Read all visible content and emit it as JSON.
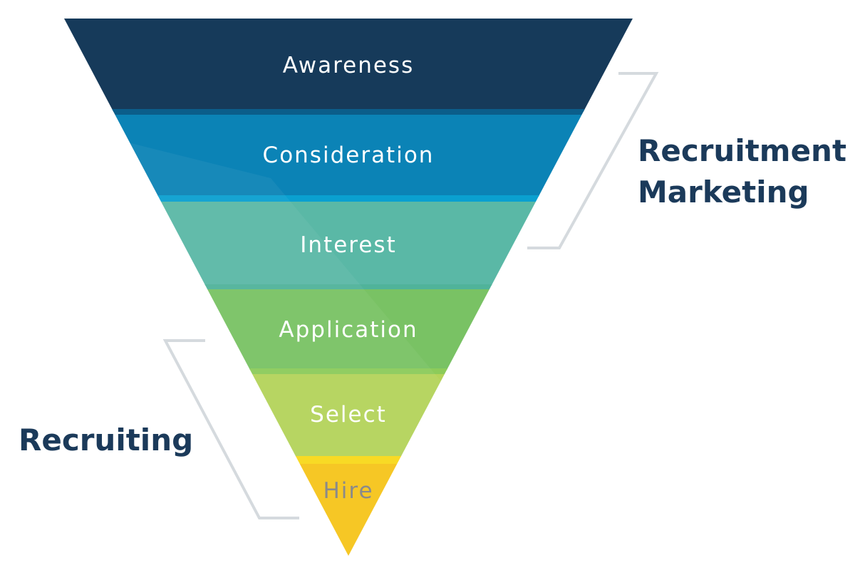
{
  "diagram": {
    "stages": [
      {
        "id": "awareness",
        "label": "Awareness",
        "color": "#163a5a",
        "edge": "#0b5d8a"
      },
      {
        "id": "consideration",
        "label": "Consideration",
        "color": "#0b83b6",
        "edge": "#0aa0d0"
      },
      {
        "id": "interest",
        "label": "Interest",
        "color": "#5ab8a6",
        "edge": "#50b39a"
      },
      {
        "id": "application",
        "label": "Application",
        "color": "#79c264",
        "edge": "#8ccb5a"
      },
      {
        "id": "select",
        "label": "Select",
        "color": "#b4d35a",
        "edge": "#f8d81a"
      },
      {
        "id": "hire",
        "label": "Hire",
        "color": "#f6c51a",
        "edge": "#f6c51a"
      }
    ],
    "groups": [
      {
        "id": "recruitment-marketing",
        "lines": [
          "Recruitment",
          "Marketing"
        ]
      },
      {
        "id": "recruiting",
        "lines": [
          "Recruiting"
        ]
      }
    ],
    "bracket_color": "#d5dade"
  }
}
